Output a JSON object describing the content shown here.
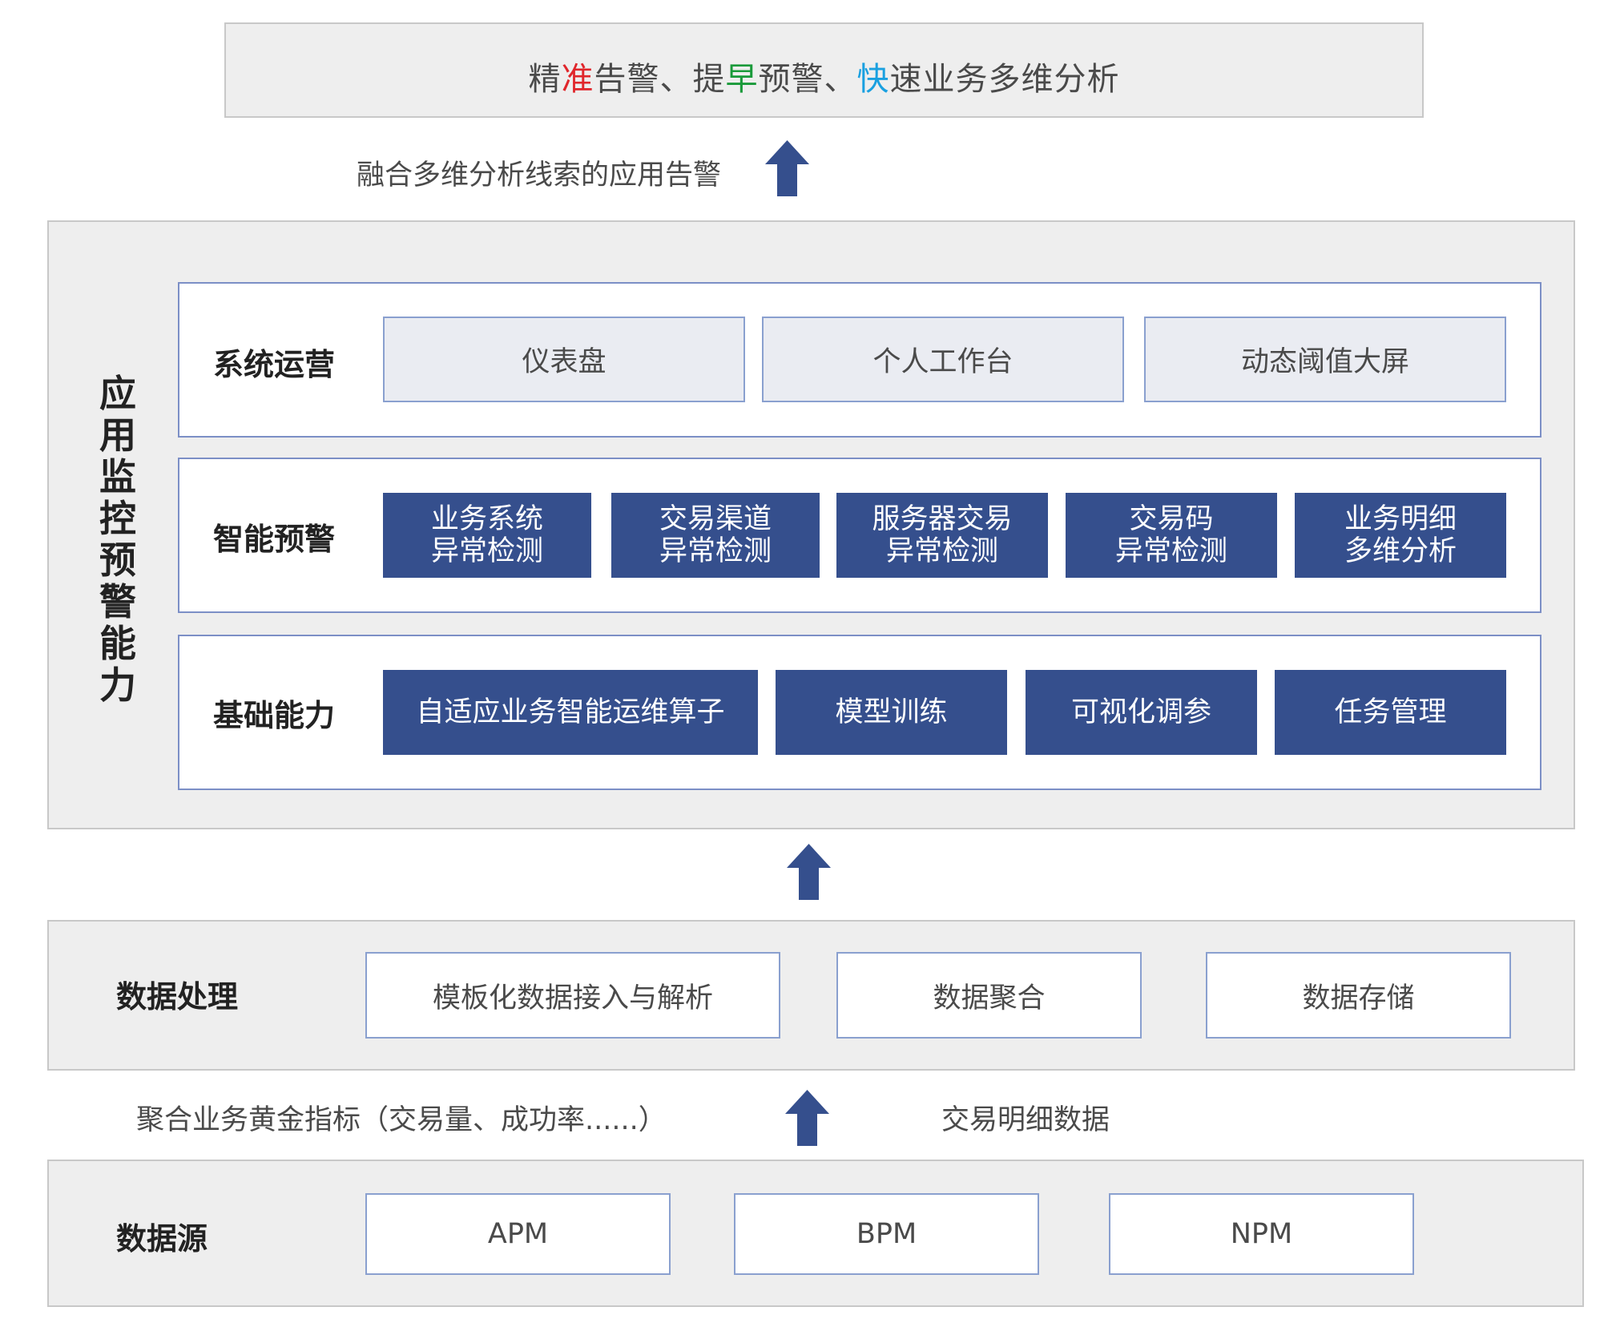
{
  "top": {
    "parts": [
      "精",
      "准",
      "告警、提",
      "早",
      "预警、",
      "快",
      "速业务多维分析"
    ],
    "colors": {
      "red": "#e0262b",
      "green": "#1a9a3a",
      "blue": "#1aa0e0"
    }
  },
  "arrow_labels": {
    "upper": "融合多维分析线索的应用告警",
    "lower_left": "聚合业务黄金指标（交易量、成功率......）",
    "lower_right": "交易明细数据"
  },
  "main_panel": {
    "vertical_title": [
      "应",
      "用",
      "监",
      "控",
      "预",
      "警",
      "能",
      "力"
    ],
    "rows": [
      {
        "label": "系统运营",
        "items": [
          "仪表盘",
          "个人工作台",
          "动态阈值大屏"
        ]
      },
      {
        "label": "智能预警",
        "items": [
          [
            "业务系统",
            "异常检测"
          ],
          [
            "交易渠道",
            "异常检测"
          ],
          [
            "服务器交易",
            "异常检测"
          ],
          [
            "交易码",
            "异常检测"
          ],
          [
            "业务明细",
            "多维分析"
          ]
        ]
      },
      {
        "label": "基础能力",
        "items": [
          "自适应业务智能运维算子",
          "模型训练",
          "可视化调参",
          "任务管理"
        ]
      }
    ]
  },
  "data_processing": {
    "label": "数据处理",
    "items": [
      "模板化数据接入与解析",
      "数据聚合",
      "数据存储"
    ]
  },
  "data_source": {
    "label": "数据源",
    "items": [
      "APM",
      "BPM",
      "NPM"
    ]
  },
  "colors": {
    "dark_box": "#354f8d",
    "arrow": "#354f8d",
    "panel": "#eeeeee"
  }
}
